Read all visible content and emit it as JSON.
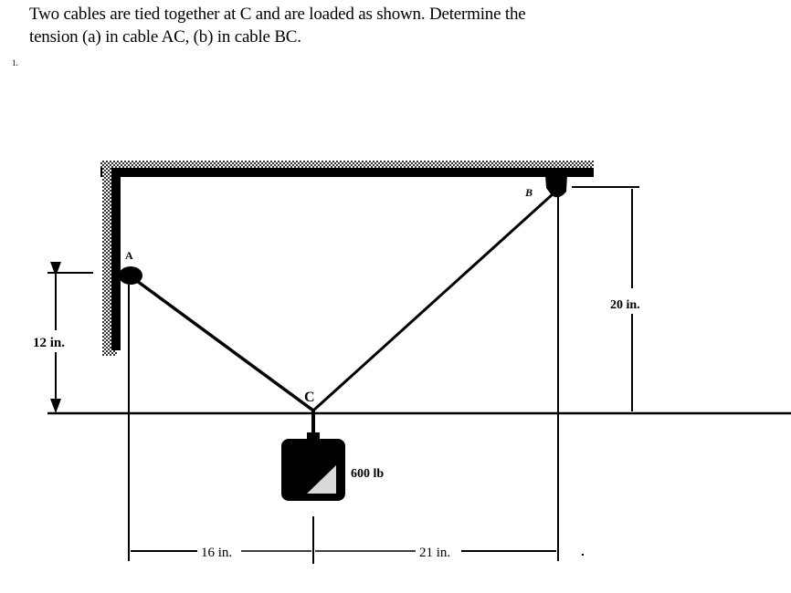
{
  "problem": {
    "line1": "Two cables are tied together at C and are loaded as shown. Determine the",
    "line2": "tension (a) in cable AC, (b) in cable BC.",
    "stray_mark": "1."
  },
  "diagram": {
    "points": {
      "A": "A",
      "B": "B",
      "C": "C"
    },
    "load": "600 lb",
    "dimensions": {
      "left_vertical": "12 in.",
      "right_vertical": "20 in.",
      "horizontal_left": "16 in.",
      "horizontal_right": "21 in."
    },
    "colors": {
      "ink": "#000000",
      "hatch": "#555555",
      "background": "#ffffff"
    }
  }
}
